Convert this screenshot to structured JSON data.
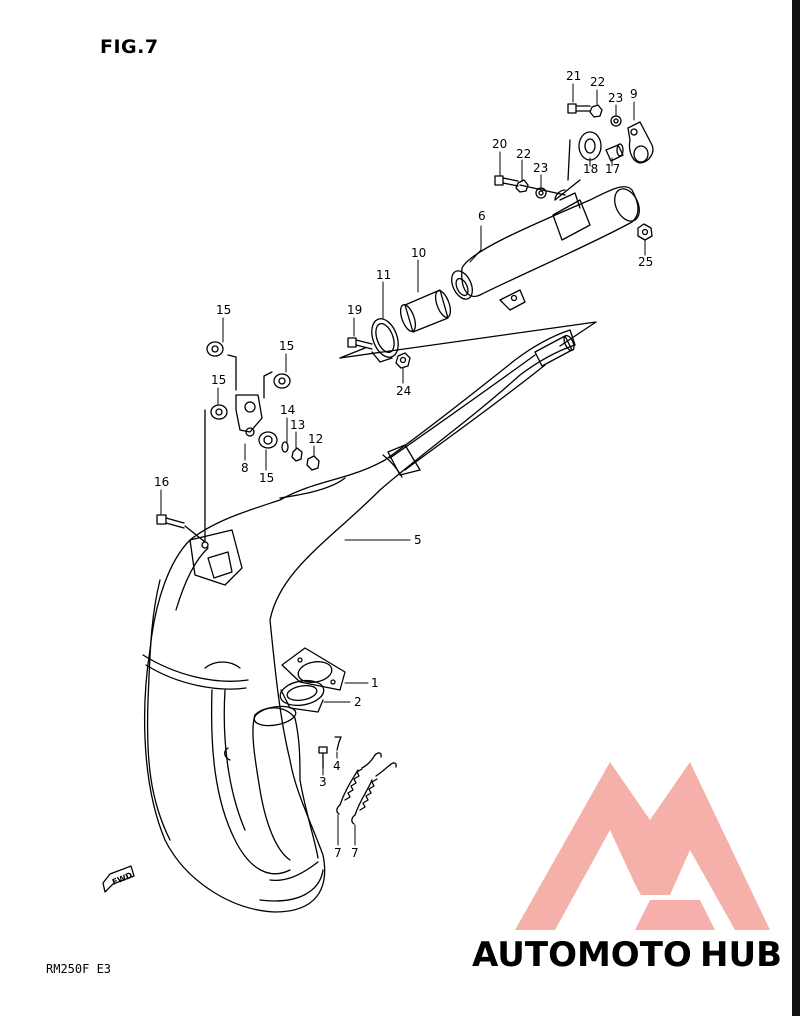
{
  "figure_title": "FIG.7",
  "model_code": "RM250F  E3",
  "fwd_label": "FWD",
  "watermark": {
    "part1": "AUTOMOTO",
    "part2": "HUB",
    "color_main": "#f4a29b",
    "color_hub": "#e0e0e0",
    "color_logo": "#f07a72"
  },
  "callouts": {
    "c1": "1",
    "c2": "2",
    "c3": "3",
    "c4": "4",
    "c5": "5",
    "c6": "6",
    "c7a": "7",
    "c7b": "7",
    "c8": "8",
    "c9": "9",
    "c10": "10",
    "c11": "11",
    "c12": "12",
    "c13": "13",
    "c14": "14",
    "c15a": "15",
    "c15b": "15",
    "c15c": "15",
    "c15d": "15",
    "c16": "16",
    "c17": "17",
    "c18": "18",
    "c19": "19",
    "c20": "20",
    "c21": "21",
    "c22a": "22",
    "c22b": "22",
    "c23a": "23",
    "c23b": "23",
    "c24": "24",
    "c25": "25"
  }
}
